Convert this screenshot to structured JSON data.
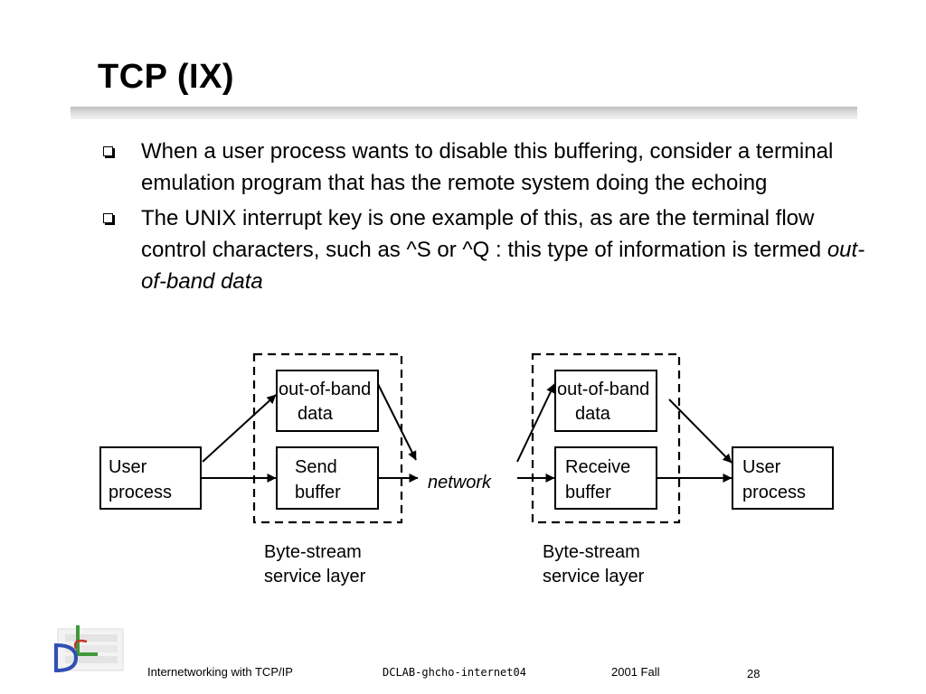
{
  "slide": {
    "title": "TCP (IX)",
    "bullets": [
      {
        "text_plain": "When a user process wants to disable this buffering, consider a terminal emulation program that has the remote system doing the echoing"
      },
      {
        "text_plain": "The UNIX interrupt key is one example of this, as are the terminal flow control characters, such as ^S or ^Q : this type of information is termed ",
        "text_italic": "out-of-band data"
      }
    ]
  },
  "diagram": {
    "left_user_process": [
      "User",
      "process"
    ],
    "left_oob": [
      "out-of-band",
      "data"
    ],
    "send_buffer": [
      "Send",
      "buffer"
    ],
    "network": "network",
    "right_oob": [
      "out-of-band",
      "data"
    ],
    "receive_buffer": [
      "Receive",
      "buffer"
    ],
    "right_user_process": [
      "User",
      "process"
    ],
    "left_layer": [
      "Byte-stream",
      "service layer"
    ],
    "right_layer": [
      "Byte-stream",
      "service layer"
    ]
  },
  "footer": {
    "course": "Internetworking with TCP/IP",
    "file": "DCLAB-ghcho-internet04",
    "term": "2001 Fall",
    "page": "28"
  },
  "colors": {
    "logo_blue": "#2f4fb3",
    "logo_green": "#3f9a3a",
    "logo_red": "#c0392b",
    "rule_gray": "#c8c8c8"
  }
}
